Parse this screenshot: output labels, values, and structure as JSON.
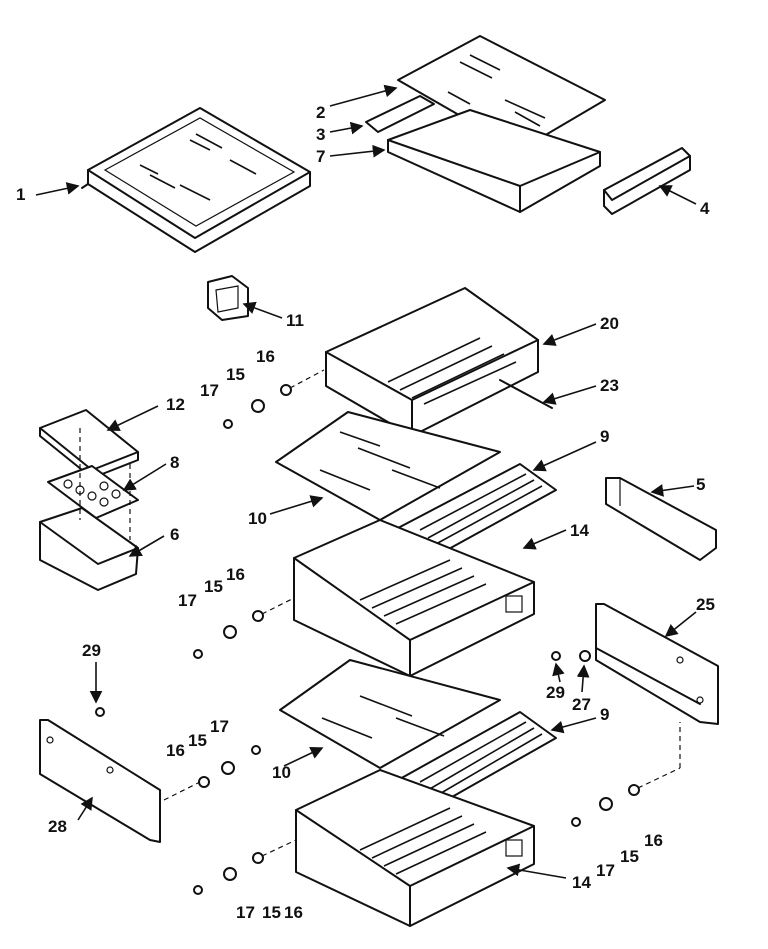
{
  "diagram": {
    "labels": {
      "p1": "1",
      "p2": "2",
      "p3": "3",
      "p4": "4",
      "p5": "5",
      "p6": "6",
      "p7": "7",
      "p8": "8",
      "p9a": "9",
      "p9b": "9",
      "p10a": "10",
      "p10b": "10",
      "p11": "11",
      "p12": "12",
      "p14a": "14",
      "p14b": "14",
      "p15a": "15",
      "p15b": "15",
      "p15c": "15",
      "p15d": "15",
      "p15e": "15",
      "p16a": "16",
      "p16b": "16",
      "p16c": "16",
      "p16d": "16",
      "p16e": "16",
      "p17a": "17",
      "p17b": "17",
      "p17c": "17",
      "p17d": "17",
      "p17e": "17",
      "p20": "20",
      "p23": "23",
      "p25": "25",
      "p27": "27",
      "p28": "28",
      "p29a": "29",
      "p29b": "29"
    }
  }
}
